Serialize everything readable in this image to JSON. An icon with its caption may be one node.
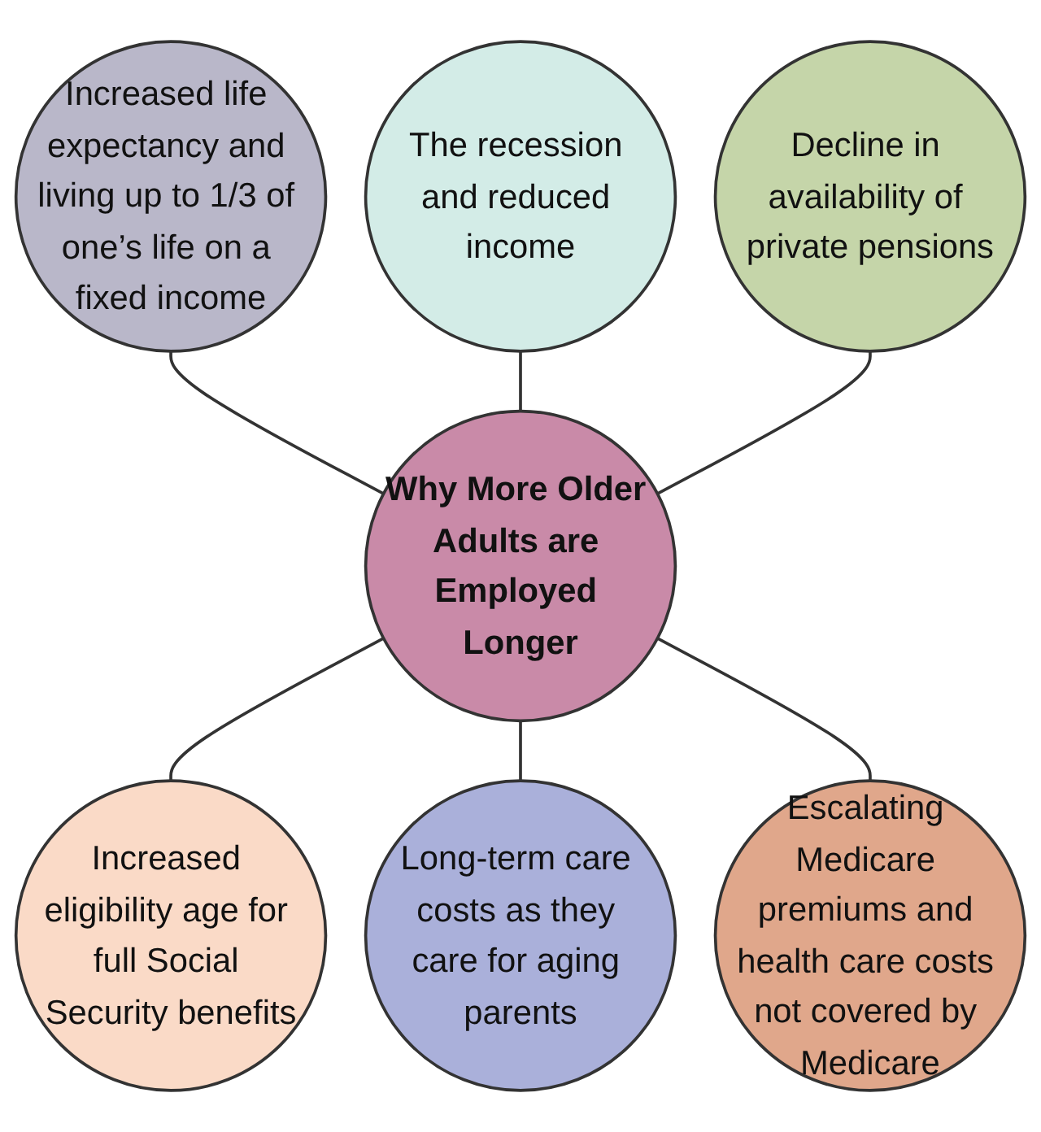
{
  "diagram": {
    "nodes": [
      {
        "text": [
          "Why More Older Adults are Employed Longer"
        ]
      },
      {
        "text": [
          "Increased life expectancy and living up to 1/3 of one’s life on a fixed income"
        ]
      },
      {
        "text": [
          "The recession and reduced income"
        ]
      },
      {
        "text": [
          "Increased eligibility age for full Social Security benefits"
        ]
      },
      {
        "text": [
          "Long-term care costs as they care for aging parents"
        ]
      },
      {
        "text": [
          "Escalating Medicare premiums and health care costs not covered by Medicare"
        ]
      },
      {
        "text": [
          "Decline in availability of private pensions"
        ]
      }
    ],
    "edges": [
      {
        "from": 0,
        "to": 1,
        "arrow": "none"
      },
      {
        "from": 0,
        "to": 2,
        "arrow": "none"
      },
      {
        "from": 0,
        "to": 3,
        "arrow": "none"
      },
      {
        "from": 0,
        "to": 4,
        "arrow": "none"
      },
      {
        "from": 0,
        "to": 5,
        "arrow": "none"
      },
      {
        "from": 0,
        "to": 6,
        "arrow": "none"
      }
    ]
  }
}
